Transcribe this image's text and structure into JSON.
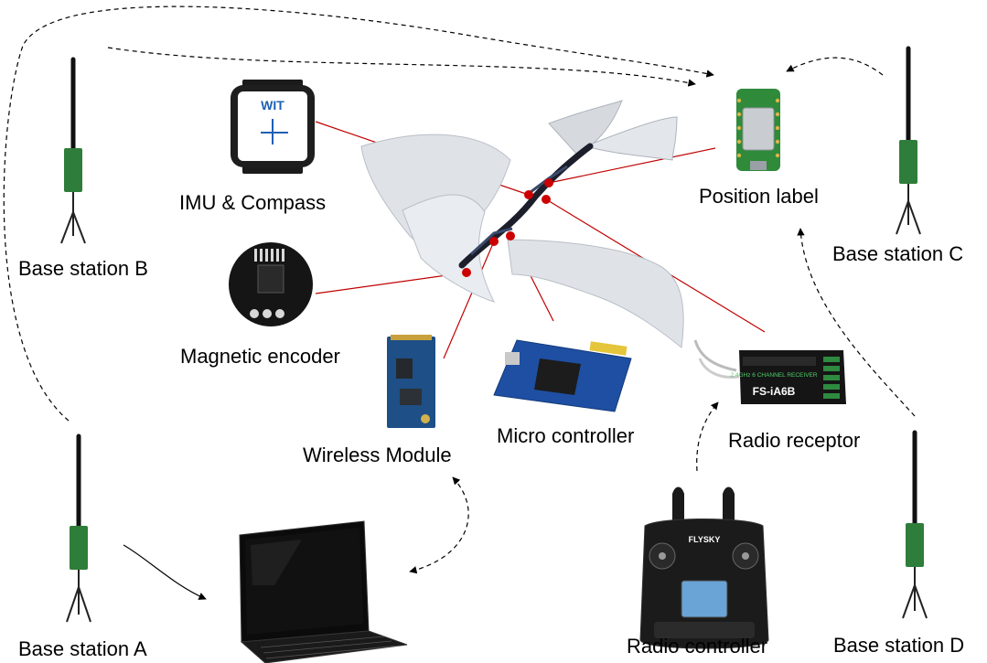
{
  "labels": {
    "imu": "IMU & Compass",
    "position_label": "Position label",
    "base_b": "Base station B",
    "base_c": "Base station C",
    "magnetic_encoder": "Magnetic encoder",
    "wireless_module": "Wireless Module",
    "micro_controller": "Micro controller",
    "radio_receptor": "Radio receptor",
    "base_a": "Base station A",
    "radio_controller": "Radio controller",
    "base_d": "Base station D"
  },
  "device_text": {
    "imu_brand": "WIT",
    "receiver_model": "FS-iA6B",
    "receiver_freq": "2.4GHz 6 CHANNEL RECEIVER",
    "controller_brand": "FLYSKY"
  },
  "colors": {
    "leader_line": "#c00000",
    "joint_dot": "#cc0000",
    "arrow": "#000000",
    "antenna": "#111111",
    "pcb_green": "#2f7d3a",
    "wing": "#dfe3e8"
  }
}
